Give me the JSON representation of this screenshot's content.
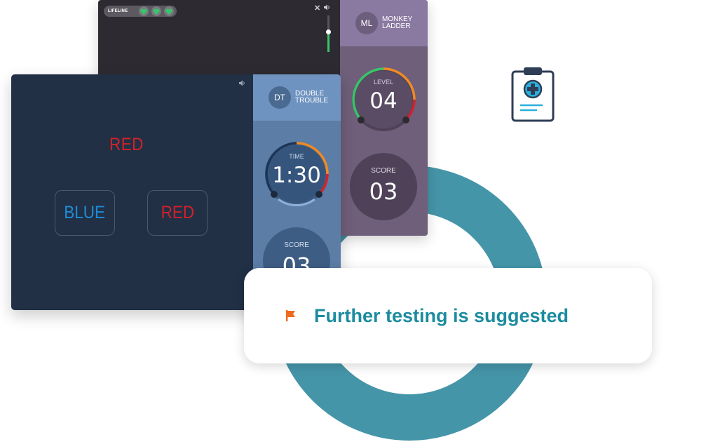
{
  "colors": {
    "ring": "#4595a9",
    "accent_teal": "#1b8c9f",
    "flag_orange": "#f26a21",
    "prompt_red": "#d3212a",
    "choice_blue": "#1f8cd8",
    "lifeline_green": "#39c46a"
  },
  "monkey_ladder": {
    "lifeline_label": "LIFELINE",
    "hearts": [
      "heart-icon",
      "heart-icon",
      "heart-icon"
    ],
    "badge": "ML",
    "name_line1": "MONKEY",
    "name_line2": "LADDER",
    "level_label": "LEVEL",
    "level_value": "04",
    "score_label": "SCORE",
    "score_value": "03",
    "volume_level": 0.55
  },
  "double_trouble": {
    "badge": "DT",
    "name_line1": "DOUBLE",
    "name_line2": "TROUBLE",
    "prompt": "RED",
    "choices": [
      "BLUE",
      "RED"
    ],
    "time_label": "TIME",
    "time_value": "1:30",
    "score_label": "SCORE",
    "score_value": "03"
  },
  "notice": {
    "icon": "flag-icon",
    "text": "Further testing is suggested"
  },
  "decor": {
    "clipboard_icon": "medical-clipboard-icon"
  }
}
